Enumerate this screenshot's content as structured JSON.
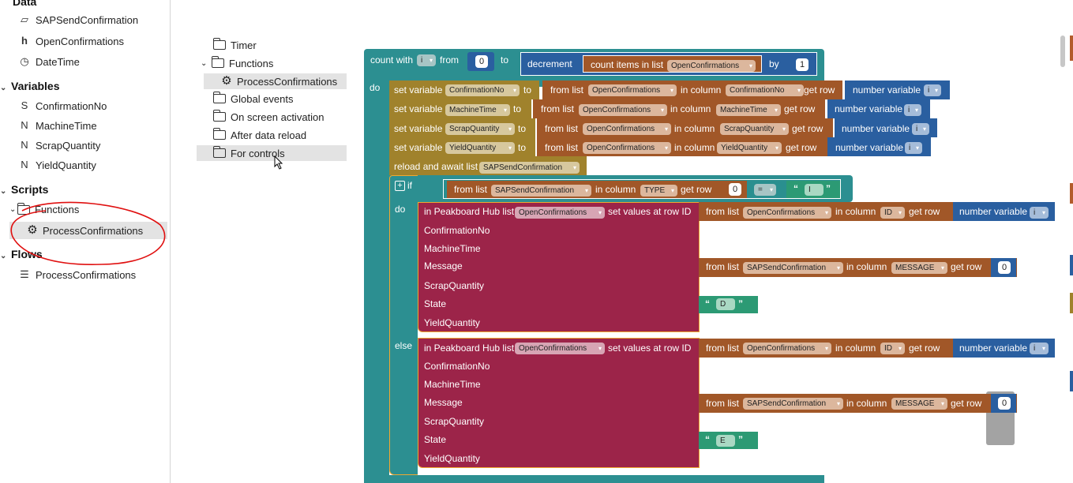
{
  "sidebar": {
    "data_header": "Data",
    "data_items": [
      "SAPSendConfirmation",
      "OpenConfirmations",
      "DateTime"
    ],
    "variables_header": "Variables",
    "variables_items": [
      "ConfirmationNo",
      "MachineTime",
      "ScrapQuantity",
      "YieldQuantity"
    ],
    "scripts_header": "Scripts",
    "scripts_functions": "Functions",
    "scripts_process": "ProcessConfirmations",
    "flows_header": "Flows",
    "flows_item": "ProcessConfirmations"
  },
  "tree": {
    "timer": "Timer",
    "functions": "Functions",
    "process": "ProcessConfirmations",
    "global_events": "Global events",
    "on_screen": "On screen activation",
    "after_reload": "After data reload",
    "for_controls": "For controls"
  },
  "blocks": {
    "count_with": "count with",
    "var_i": "i",
    "from": "from",
    "zero": "0",
    "to": "to",
    "decrement": "decrement",
    "count_items": "count items in list",
    "open_conf": "OpenConfirmations",
    "by": "by",
    "one": "1",
    "do": "do",
    "set_variable": "set variable",
    "to_kw": "to",
    "from_list": "from list",
    "in_column": "in column",
    "get_row": "get row",
    "number_variable": "number variable",
    "conf_no": "ConfirmationNo",
    "machine_time": "MachineTime",
    "scrap_qty": "ScrapQuantity",
    "yield_qty": "YieldQuantity",
    "reload": "reload and await list",
    "sap_send": "SAPSendConfirmation",
    "if": "if",
    "type_col": "TYPE",
    "eq": "=",
    "quote_i": "I",
    "hub_prefix": "in Peakboard Hub list",
    "hub_suffix": "set values at row ID",
    "id_col": "ID",
    "message": "Message",
    "state": "State",
    "message_col": "MESSAGE",
    "quote_d": "D",
    "else": "else",
    "quote_e": "E"
  }
}
